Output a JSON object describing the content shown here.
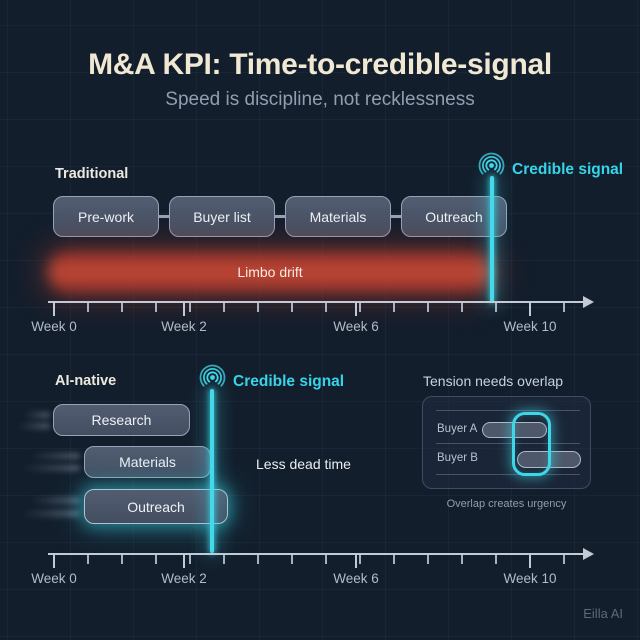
{
  "header": {
    "title": "M&A KPI: Time-to-credible-signal",
    "subtitle": "Speed is discipline, not recklessness"
  },
  "traditional": {
    "label": "Traditional",
    "stages": [
      "Pre-work",
      "Buyer list",
      "Materials",
      "Outreach"
    ],
    "drift_label": "Limbo drift",
    "signal": {
      "label": "Credible signal",
      "icon": "broadcast-signal-icon"
    },
    "axis": {
      "labels": [
        "Week 0",
        "Week 2",
        "Week 6",
        "Week 10"
      ]
    }
  },
  "ai_native": {
    "label": "AI-native",
    "stages": [
      "Research",
      "Materials",
      "Outreach"
    ],
    "signal": {
      "label": "Credible signal",
      "icon": "broadcast-signal-icon"
    },
    "note": "Less dead time",
    "axis": {
      "labels": [
        "Week 0",
        "Week 2",
        "Week 6",
        "Week 10"
      ]
    }
  },
  "overlap_panel": {
    "title": "Tension needs overlap",
    "rows": [
      {
        "label": "Buyer A"
      },
      {
        "label": "Buyer B"
      }
    ],
    "caption": "Overlap creates urgency"
  },
  "brand": "Eilla AI",
  "colors": {
    "background": "#131e2c",
    "accent_cyan": "#3ed8ea",
    "drift_red": "#c4402e",
    "title_cream": "#f1e8d3"
  }
}
